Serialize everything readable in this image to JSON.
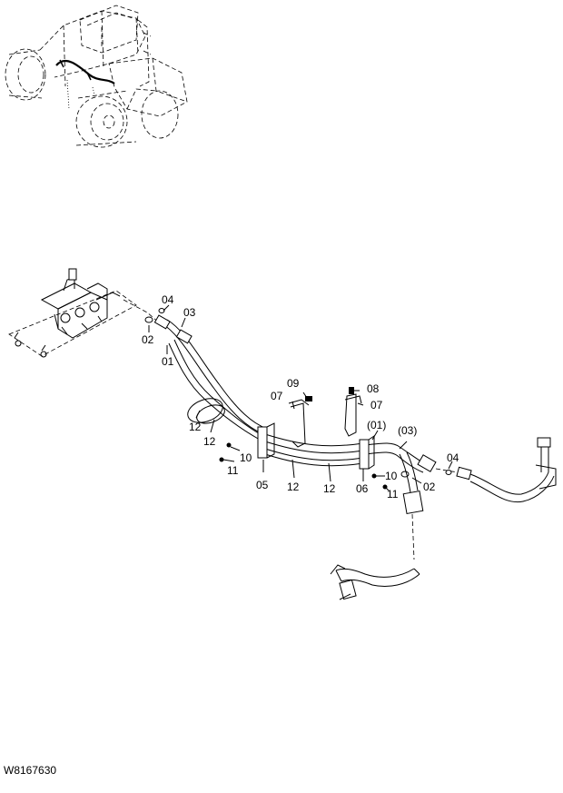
{
  "drawing_code": "W8167630",
  "callouts": {
    "c04_top": "04",
    "c03_top": "03",
    "c02_left": "02",
    "c01_left": "01",
    "c09": "09",
    "c07_left": "07",
    "c08": "08",
    "c07_right": "07",
    "c01_paren": "(01)",
    "c03_paren": "(03)",
    "c04_right": "04",
    "c12_a": "12",
    "c12_b": "12",
    "c10_left": "10",
    "c11_left": "11",
    "c05": "05",
    "c12_c": "12",
    "c12_d": "12",
    "c06": "06",
    "c10_right": "10",
    "c02_right": "02",
    "c11_right": "11"
  }
}
